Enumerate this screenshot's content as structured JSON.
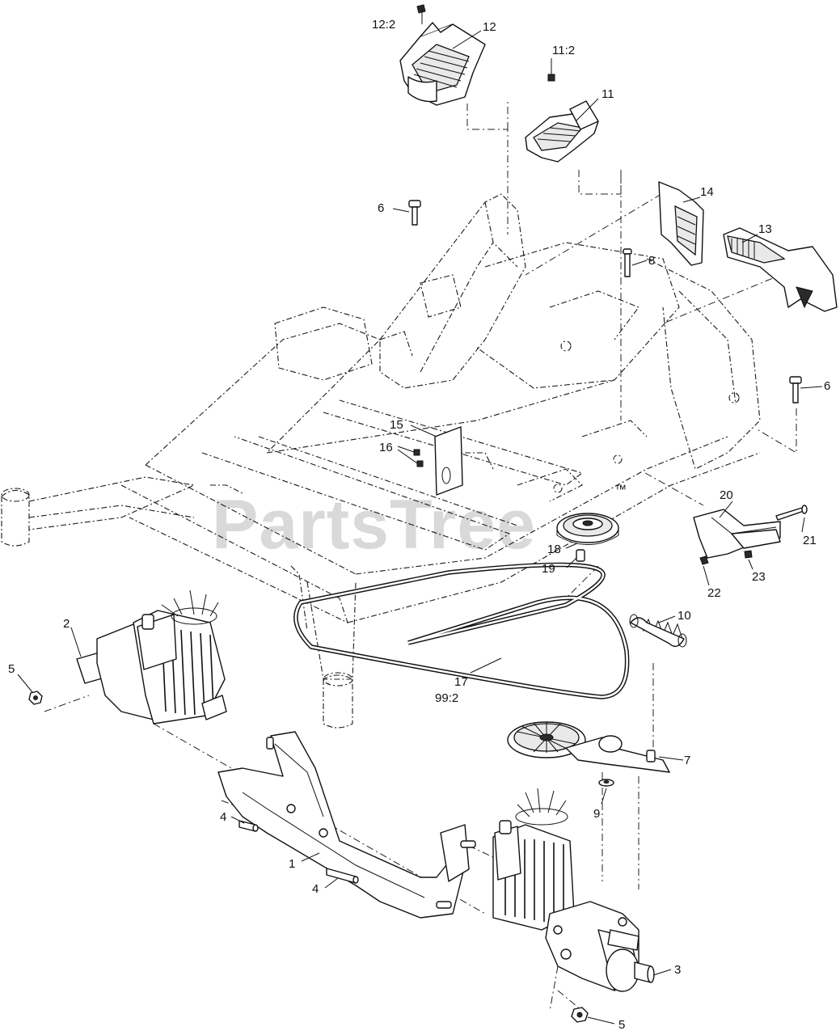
{
  "watermark": {
    "text": "PartsTree",
    "mark": "™"
  },
  "labels": {
    "l1": "1",
    "l2": "2",
    "l3": "3",
    "l4a": "4",
    "l4b": "4",
    "l5a": "5",
    "l5b": "5",
    "l6a": "6",
    "l6b": "6",
    "l7": "7",
    "l8": "8",
    "l9": "9",
    "l10": "10",
    "l11": "11",
    "l11_2": "11:2",
    "l12": "12",
    "l12_2": "12:2",
    "l13": "13",
    "l14": "14",
    "l15": "15",
    "l16": "16",
    "l17": "17",
    "l99_2": "99:2",
    "l18": "18",
    "l19": "19",
    "l20": "20",
    "l21": "21",
    "l22": "22",
    "l23": "23"
  }
}
